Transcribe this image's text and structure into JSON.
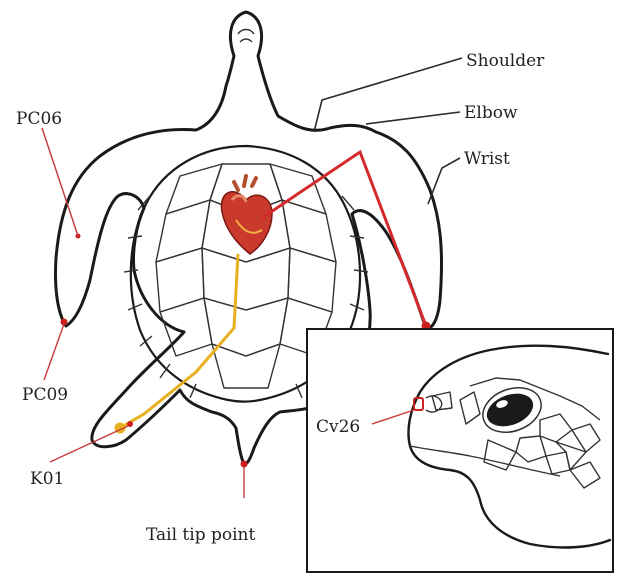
{
  "labels": {
    "shoulder": "Shoulder",
    "elbow": "Elbow",
    "wrist": "Wrist",
    "pc06": "PC06",
    "pc09": "PC09",
    "k01": "K01",
    "tail": "Tail tip point",
    "cv26": "Cv26"
  },
  "colors": {
    "red_line": "#d42a2a",
    "yellow_line": "#e8b020",
    "point_red": "#cc2020",
    "leader_red": "#c8393b"
  }
}
